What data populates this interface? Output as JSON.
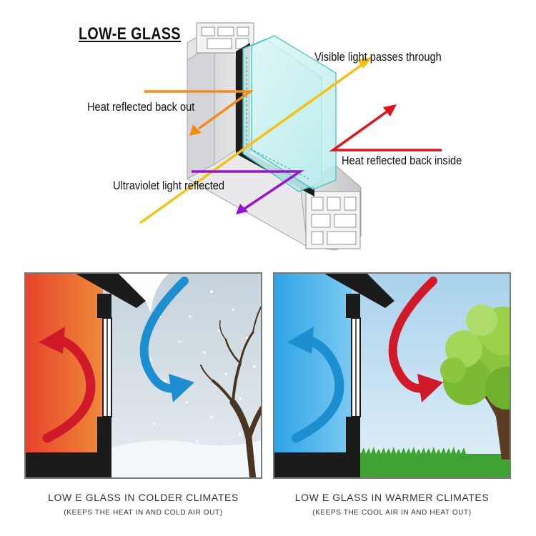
{
  "title": "LOW-E GLASS",
  "labels": {
    "visible": "Visible light passes through",
    "heat_out": "Heat reflected back out",
    "heat_in": "Heat reflected back inside",
    "uv": "Ultraviolet light reflected"
  },
  "colors": {
    "heat_out_arrow": "#f28c17",
    "visible_arrow": "#f5c211",
    "heat_in_arrow": "#e3121c",
    "uv_arrow": "#9a12d4",
    "cold_wall": "#e4612a",
    "cool_wall": "#4cb3ec",
    "warm_air_arrow": "#d01a2a",
    "cold_air_arrow": "#1d8fd0"
  },
  "panels": [
    {
      "caption": "LOW E GLASS IN COLDER CLIMATES",
      "subcaption": "(KEEPS THE HEAT IN AND COLD AIR OUT)"
    },
    {
      "caption": "LOW E GLASS IN WARMER CLIMATES",
      "subcaption": "(KEEPS THE COOL AIR IN AND HEAT OUT)"
    }
  ]
}
